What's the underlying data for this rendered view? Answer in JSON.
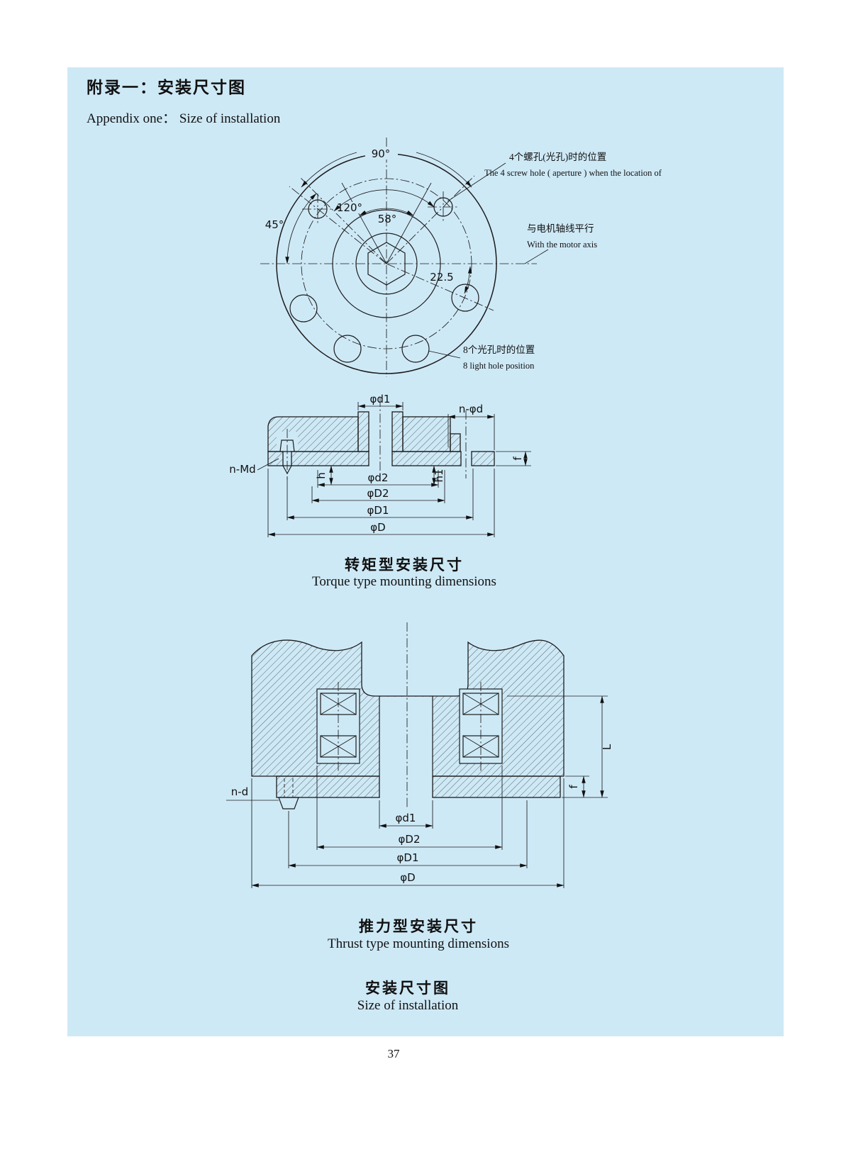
{
  "page": {
    "bg_color": "#cee9f6",
    "line_color": "#1c1c1c",
    "number": "37"
  },
  "header": {
    "title_zh": "附录一：安装尺寸图",
    "title_en": "Appendix one：  Size of installation"
  },
  "flange": {
    "angles": {
      "a90": "90°",
      "a45": "45°",
      "a120": "120°",
      "a58": "58°",
      "a225": "22.5"
    },
    "ann_screw_zh": "4个螺孔(光孔)时的位置",
    "ann_screw_en": "The 4 screw hole ( aperture ) when the location of",
    "ann_axis_zh": "与电机轴线平行",
    "ann_axis_en": "With the motor axis",
    "ann_light_zh": "8个光孔时的位置",
    "ann_light_en": "8 light hole position"
  },
  "torque": {
    "dim_d1": "φd1",
    "dim_nfd": "n-φd",
    "dim_f": "f",
    "dim_nmd": "n-Md",
    "dim_h": "h",
    "dim_d2": "φd2",
    "dim_h1": "h1",
    "dim_D2": "φD2",
    "dim_D1": "φD1",
    "dim_D": "φD",
    "caption_zh": "转矩型安装尺寸",
    "caption_en": "Torque type mounting dimensions"
  },
  "thrust": {
    "dim_nd": "n-d",
    "dim_d1": "φd1",
    "dim_D2": "φD2",
    "dim_D1": "φD1",
    "dim_D": "φD",
    "dim_L": "L",
    "dim_f": "f",
    "caption_zh": "推力型安装尺寸",
    "caption_en": "Thrust type mounting dimensions"
  },
  "footer": {
    "caption_zh": "安装尺寸图",
    "caption_en": "Size of installation"
  }
}
